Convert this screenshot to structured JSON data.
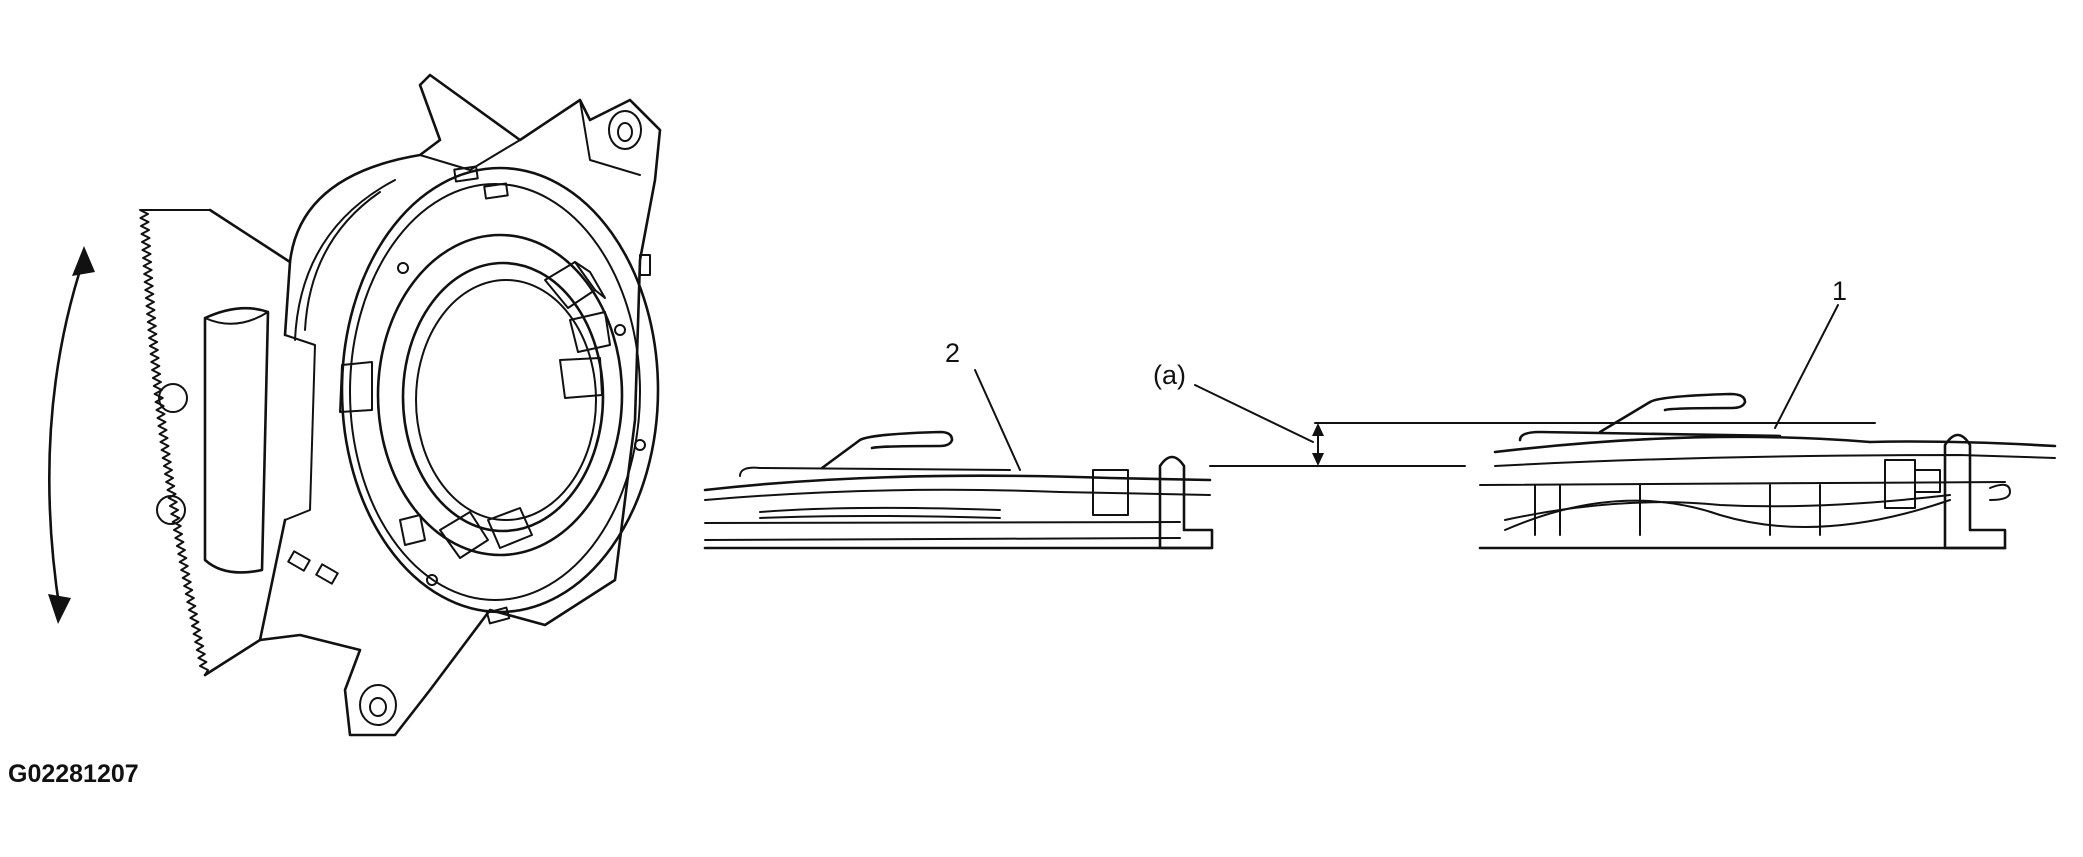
{
  "labels": {
    "part_1": "1",
    "part_2": "2",
    "clearance": "(a)"
  },
  "figure_code": "G02281207",
  "icons": {
    "rotation_arrow": "double-headed-curved-arrow-icon",
    "dimension_arrow": "double-headed-dimension-arrow-icon"
  }
}
